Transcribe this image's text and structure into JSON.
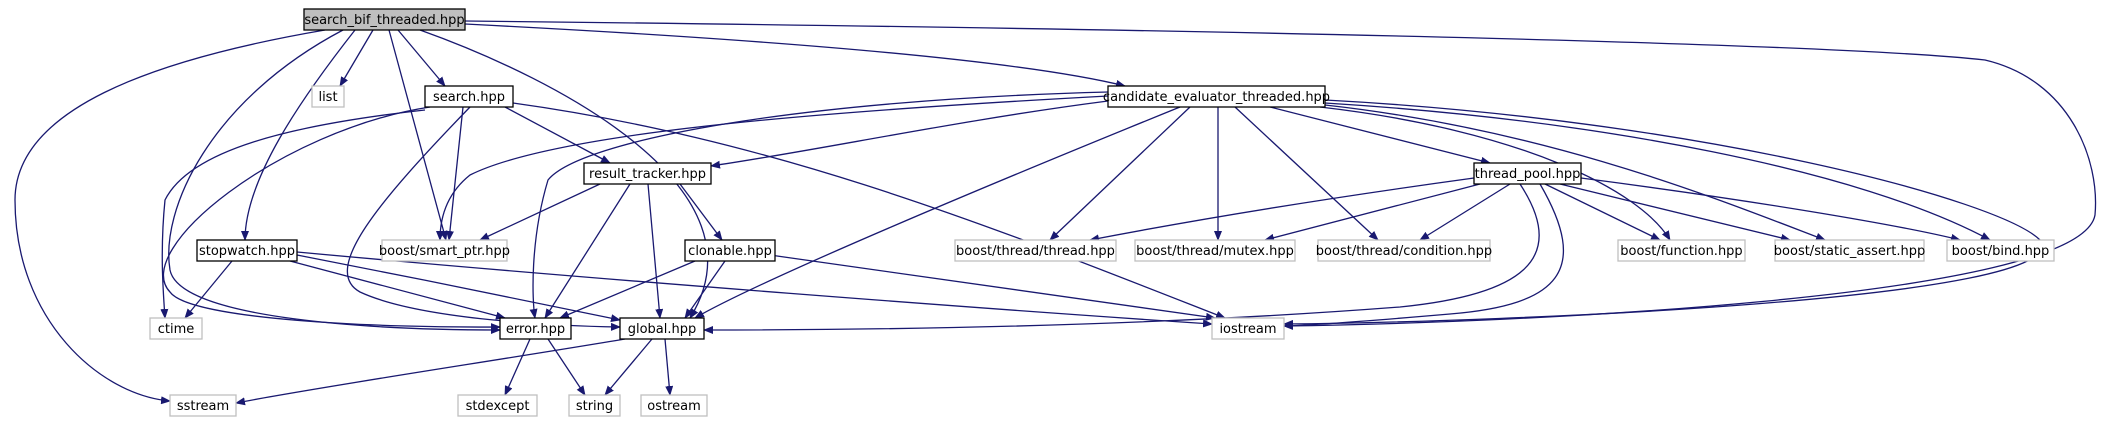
{
  "colors": {
    "edge": "#191970",
    "root_fill": "#bfbfbf",
    "node_border": "#000000",
    "external_border": "#bfbfbf",
    "background": "#ffffff"
  },
  "nodes": [
    {
      "id": "search_bif_threaded",
      "label": "search_bif_threaded.hpp",
      "kind": "root"
    },
    {
      "id": "list",
      "label": "list",
      "kind": "external"
    },
    {
      "id": "search",
      "label": "search.hpp",
      "kind": "internal"
    },
    {
      "id": "candidate",
      "label": "candidate_evaluator_threaded.hpp",
      "kind": "internal"
    },
    {
      "id": "result_tracker",
      "label": "result_tracker.hpp",
      "kind": "internal"
    },
    {
      "id": "thread_pool",
      "label": "thread_pool.hpp",
      "kind": "internal"
    },
    {
      "id": "stopwatch",
      "label": "stopwatch.hpp",
      "kind": "internal"
    },
    {
      "id": "smart_ptr",
      "label": "boost/smart_ptr.hpp",
      "kind": "external"
    },
    {
      "id": "clonable",
      "label": "clonable.hpp",
      "kind": "internal"
    },
    {
      "id": "thread",
      "label": "boost/thread/thread.hpp",
      "kind": "external"
    },
    {
      "id": "mutex",
      "label": "boost/thread/mutex.hpp",
      "kind": "external"
    },
    {
      "id": "condition",
      "label": "boost/thread/condition.hpp",
      "kind": "external"
    },
    {
      "id": "function",
      "label": "boost/function.hpp",
      "kind": "external"
    },
    {
      "id": "static_assert",
      "label": "boost/static_assert.hpp",
      "kind": "external"
    },
    {
      "id": "bind",
      "label": "boost/bind.hpp",
      "kind": "external"
    },
    {
      "id": "ctime",
      "label": "ctime",
      "kind": "external"
    },
    {
      "id": "error",
      "label": "error.hpp",
      "kind": "internal"
    },
    {
      "id": "global",
      "label": "global.hpp",
      "kind": "internal"
    },
    {
      "id": "iostream",
      "label": "iostream",
      "kind": "external"
    },
    {
      "id": "sstream",
      "label": "sstream",
      "kind": "external"
    },
    {
      "id": "stdexcept",
      "label": "stdexcept",
      "kind": "external"
    },
    {
      "id": "string",
      "label": "string",
      "kind": "external"
    },
    {
      "id": "ostream",
      "label": "ostream",
      "kind": "external"
    }
  ],
  "edges": [
    {
      "from": "search_bif_threaded",
      "to": "list"
    },
    {
      "from": "search_bif_threaded",
      "to": "search"
    },
    {
      "from": "search_bif_threaded",
      "to": "candidate"
    },
    {
      "from": "search_bif_threaded",
      "to": "stopwatch"
    },
    {
      "from": "search_bif_threaded",
      "to": "smart_ptr"
    },
    {
      "from": "search_bif_threaded",
      "to": "error"
    },
    {
      "from": "search_bif_threaded",
      "to": "global"
    },
    {
      "from": "search_bif_threaded",
      "to": "iostream"
    },
    {
      "from": "search_bif_threaded",
      "to": "sstream"
    },
    {
      "from": "search",
      "to": "result_tracker"
    },
    {
      "from": "search",
      "to": "smart_ptr"
    },
    {
      "from": "search",
      "to": "ctime"
    },
    {
      "from": "search",
      "to": "error"
    },
    {
      "from": "search",
      "to": "global"
    },
    {
      "from": "search",
      "to": "iostream"
    },
    {
      "from": "candidate",
      "to": "result_tracker"
    },
    {
      "from": "candidate",
      "to": "thread_pool"
    },
    {
      "from": "candidate",
      "to": "smart_ptr"
    },
    {
      "from": "candidate",
      "to": "thread"
    },
    {
      "from": "candidate",
      "to": "mutex"
    },
    {
      "from": "candidate",
      "to": "condition"
    },
    {
      "from": "candidate",
      "to": "function"
    },
    {
      "from": "candidate",
      "to": "static_assert"
    },
    {
      "from": "candidate",
      "to": "bind"
    },
    {
      "from": "candidate",
      "to": "error"
    },
    {
      "from": "candidate",
      "to": "global"
    },
    {
      "from": "candidate",
      "to": "iostream"
    },
    {
      "from": "result_tracker",
      "to": "smart_ptr"
    },
    {
      "from": "result_tracker",
      "to": "clonable"
    },
    {
      "from": "result_tracker",
      "to": "error"
    },
    {
      "from": "result_tracker",
      "to": "global"
    },
    {
      "from": "thread_pool",
      "to": "thread"
    },
    {
      "from": "thread_pool",
      "to": "mutex"
    },
    {
      "from": "thread_pool",
      "to": "condition"
    },
    {
      "from": "thread_pool",
      "to": "function"
    },
    {
      "from": "thread_pool",
      "to": "static_assert"
    },
    {
      "from": "thread_pool",
      "to": "bind"
    },
    {
      "from": "thread_pool",
      "to": "global"
    },
    {
      "from": "thread_pool",
      "to": "iostream"
    },
    {
      "from": "stopwatch",
      "to": "ctime"
    },
    {
      "from": "stopwatch",
      "to": "error"
    },
    {
      "from": "stopwatch",
      "to": "global"
    },
    {
      "from": "stopwatch",
      "to": "iostream"
    },
    {
      "from": "clonable",
      "to": "error"
    },
    {
      "from": "clonable",
      "to": "global"
    },
    {
      "from": "clonable",
      "to": "iostream"
    },
    {
      "from": "error",
      "to": "stdexcept"
    },
    {
      "from": "error",
      "to": "string"
    },
    {
      "from": "global",
      "to": "sstream"
    },
    {
      "from": "global",
      "to": "string"
    },
    {
      "from": "global",
      "to": "ostream"
    }
  ]
}
